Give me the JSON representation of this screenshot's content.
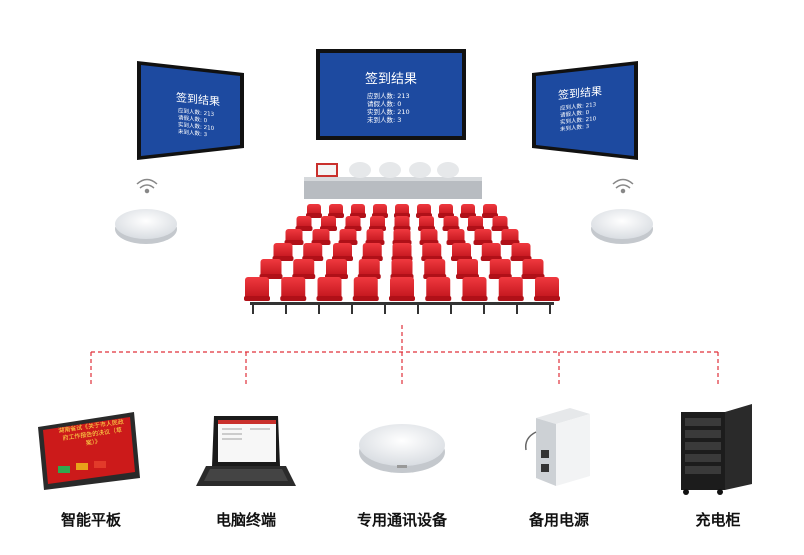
{
  "screens": {
    "title": "签到结果",
    "stats": [
      {
        "label": "应到人数:",
        "value": "213"
      },
      {
        "label": "请假人数:",
        "value": "0"
      },
      {
        "label": "实到人数:",
        "value": "210"
      },
      {
        "label": "未到人数:",
        "value": "3"
      }
    ]
  },
  "tablet": {
    "text": "湖南省试《关于市人民政府工作报告的决议（草案）》"
  },
  "devices": [
    {
      "label": "智能平板"
    },
    {
      "label": "电脑终端"
    },
    {
      "label": "专用通讯设备"
    },
    {
      "label": "备用电源"
    },
    {
      "label": "充电柜"
    }
  ],
  "colors": {
    "screen_blue": "#1d4aa0",
    "seat_red": "#e0202a",
    "line_red": "#e0303a",
    "tablet_red": "#cc1a1a"
  }
}
